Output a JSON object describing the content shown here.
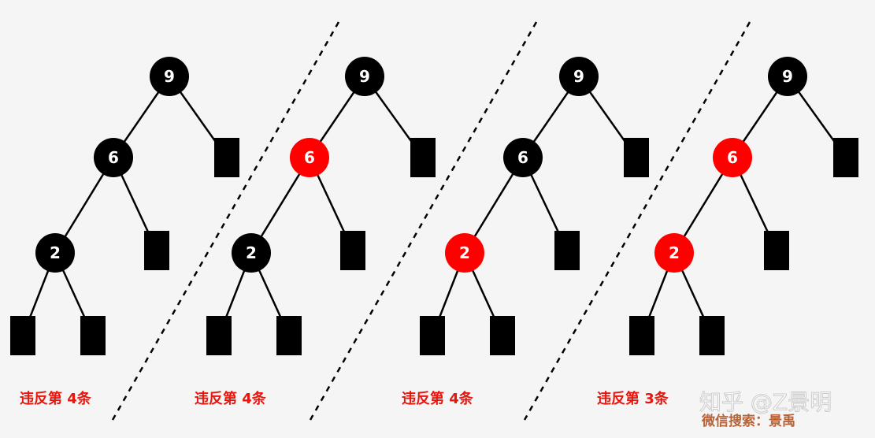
{
  "colors": {
    "background": "#f5f5f5",
    "black_node": "#000000",
    "red_node": "#ff0000",
    "edge": "#000000",
    "label_red": "#e5170e"
  },
  "trees": [
    {
      "id": "tree-1",
      "nodes": [
        {
          "key": "9",
          "color": "black"
        },
        {
          "key": "6",
          "color": "black"
        },
        {
          "key": "2",
          "color": "black"
        }
      ],
      "violation_label": "违反第 4条"
    },
    {
      "id": "tree-2",
      "nodes": [
        {
          "key": "9",
          "color": "black"
        },
        {
          "key": "6",
          "color": "red"
        },
        {
          "key": "2",
          "color": "black"
        }
      ],
      "violation_label": "违反第 4条"
    },
    {
      "id": "tree-3",
      "nodes": [
        {
          "key": "9",
          "color": "black"
        },
        {
          "key": "6",
          "color": "black"
        },
        {
          "key": "2",
          "color": "red"
        }
      ],
      "violation_label": "违反第 4条"
    },
    {
      "id": "tree-4",
      "nodes": [
        {
          "key": "9",
          "color": "black"
        },
        {
          "key": "6",
          "color": "red"
        },
        {
          "key": "2",
          "color": "red"
        }
      ],
      "violation_label": "违反第 3条"
    }
  ],
  "watermark": {
    "main": "知乎 @Z景明",
    "sub": "微信搜索：景禹"
  }
}
